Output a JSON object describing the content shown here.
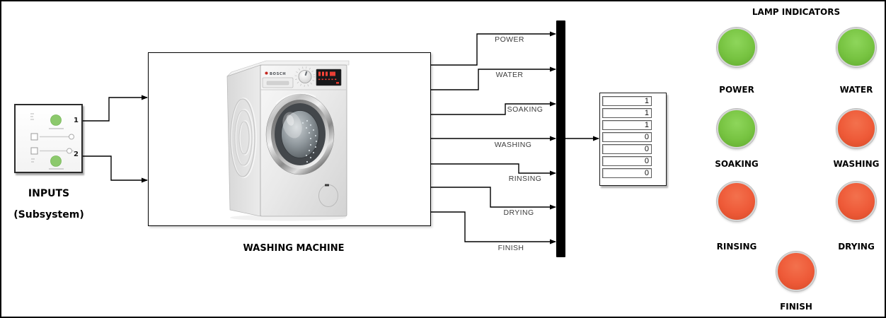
{
  "inputs_block": {
    "label": "INPUTS",
    "sublabel": "(Subsystem)",
    "ports": [
      "1",
      "2"
    ]
  },
  "washer_block": {
    "label": "WASHING MACHINE",
    "brand": "BOSCH"
  },
  "signals": [
    {
      "name": "POWER",
      "value": "1",
      "lamp": "on"
    },
    {
      "name": "WATER",
      "value": "1",
      "lamp": "on"
    },
    {
      "name": "SOAKING",
      "value": "1",
      "lamp": "on"
    },
    {
      "name": "WASHING",
      "value": "0",
      "lamp": "off"
    },
    {
      "name": "RINSING",
      "value": "0",
      "lamp": "off"
    },
    {
      "name": "DRYING",
      "value": "0",
      "lamp": "off"
    },
    {
      "name": "FINISH",
      "value": "0",
      "lamp": "off"
    }
  ],
  "lamp_panel": {
    "title": "LAMP INDICATORS",
    "colors": {
      "on": {
        "light": "#8ed65b",
        "base": "#77c341",
        "dark": "#5fa92e"
      },
      "off": {
        "light": "#f3714d",
        "base": "#ee5a38",
        "dark": "#d54a27"
      }
    }
  }
}
